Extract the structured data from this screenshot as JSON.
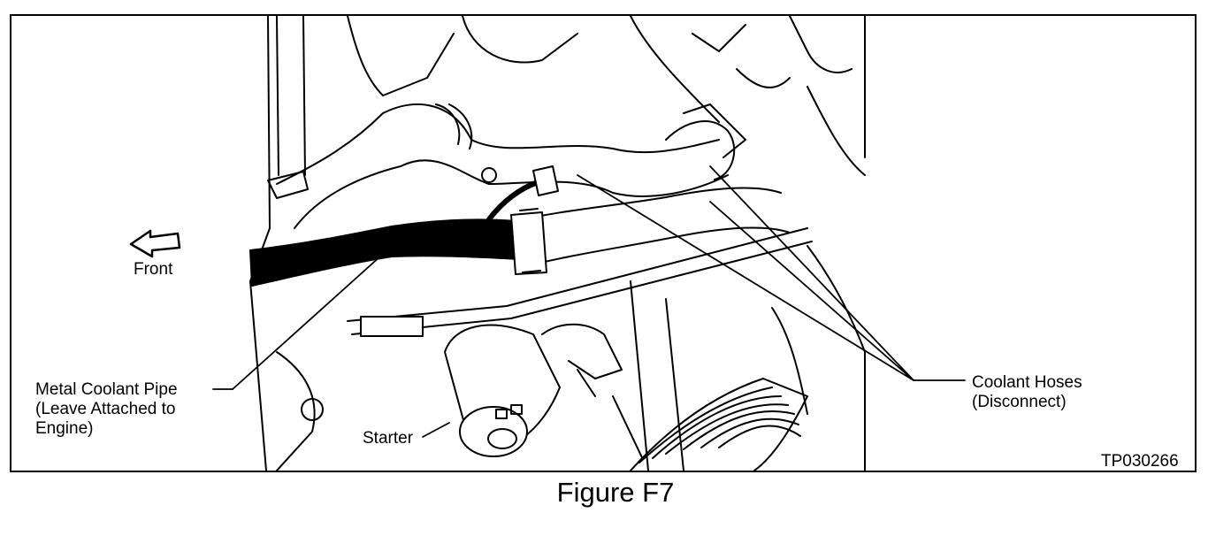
{
  "figure": {
    "caption": "Figure F7",
    "code": "TP030266"
  },
  "labels": {
    "front": "Front",
    "metal_pipe": "Metal Coolant Pipe\n(Leave Attached to\nEngine)",
    "starter": "Starter",
    "coolant_hoses": "Coolant Hoses\n(Disconnect)"
  }
}
